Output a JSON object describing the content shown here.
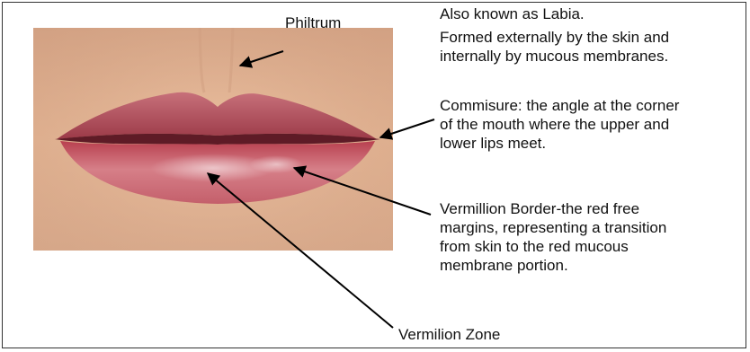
{
  "labels": {
    "philtrum": "Philtrum",
    "also_known": "Also known as Labia.",
    "formed_line1": "Formed externally by the skin and",
    "formed_line2": "internally by mucous membranes.",
    "commisure_line1": "Commisure: the angle at the corner",
    "commisure_line2": "of the mouth where the upper and",
    "commisure_line3": "lower lips meet.",
    "vermillion_line1": "Vermillion Border-the red free",
    "vermillion_line2": "margins, representing a transition",
    "vermillion_line3": "from skin to the red mucous",
    "vermillion_line4": "membrane portion.",
    "vermilion_zone": "Vermilion Zone"
  },
  "colors": {
    "skin": "#e8b795",
    "lip": "#c2525e",
    "arrow": "#000000"
  }
}
